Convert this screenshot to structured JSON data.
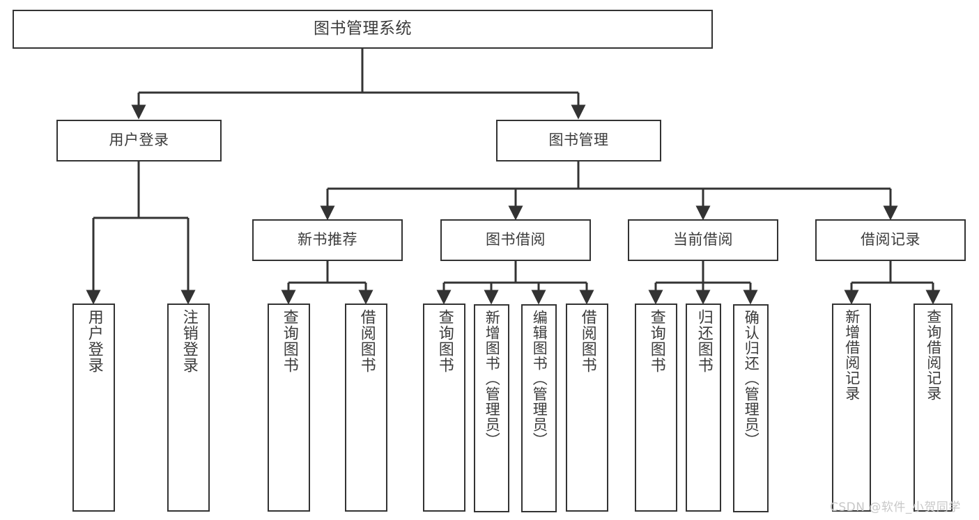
{
  "diagram": {
    "type": "tree-hierarchy-chart",
    "title": "图书管理系统",
    "colors": {
      "stroke": "#333333",
      "text": "#3b3b3b",
      "background": "#ffffff",
      "watermark": "#c8c8c8"
    },
    "root": {
      "label": "图书管理系统"
    },
    "level1": [
      {
        "label": "用户登录"
      },
      {
        "label": "图书管理"
      }
    ],
    "level2": [
      {
        "label": "新书推荐"
      },
      {
        "label": "图书借阅"
      },
      {
        "label": "当前借阅"
      },
      {
        "label": "借阅记录"
      }
    ],
    "leaves": {
      "user_login": [
        {
          "label": "用户登录"
        },
        {
          "label": "注销登录"
        }
      ],
      "new_book_recommend": [
        {
          "label": "查询图书"
        },
        {
          "label": "借阅图书"
        }
      ],
      "book_borrow": [
        {
          "label": "查询图书"
        },
        {
          "label": "新增图书（管理员）"
        },
        {
          "label": "编辑图书（管理员）"
        },
        {
          "label": "借阅图书"
        }
      ],
      "current_borrow": [
        {
          "label": "查询图书"
        },
        {
          "label": "归还图书"
        },
        {
          "label": "确认归还（管理员）"
        }
      ],
      "borrow_record": [
        {
          "label": "新增借阅记录"
        },
        {
          "label": "查询借阅记录"
        }
      ]
    }
  },
  "watermark": {
    "text": "CSDN @软件_小贺同学"
  }
}
